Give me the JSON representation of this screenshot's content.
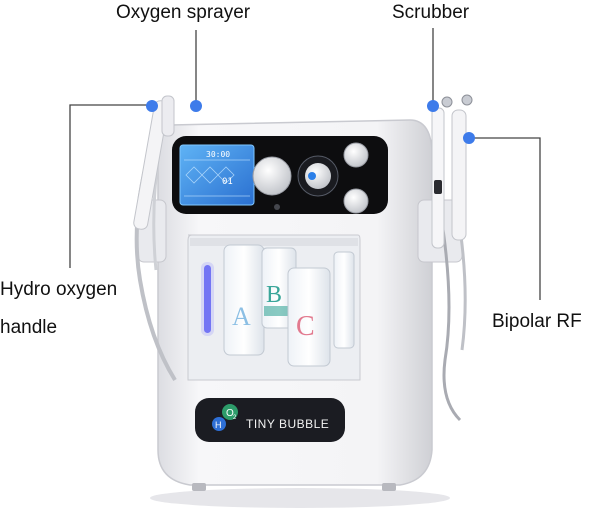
{
  "callouts": {
    "oxygen_sprayer": "Oxygen sprayer",
    "scrubber": "Scrubber",
    "hydro_line1": "Hydro oxygen",
    "hydro_line2": "handle",
    "bipolar_rf": "Bipolar RF"
  },
  "device": {
    "brand_badge": "O",
    "brand_badge_sub": "2",
    "brand_badge_h": "H",
    "brand_name": "TINY BUBBLE",
    "screen_readout_top": "30:00",
    "screen_readout_mid": "01",
    "bottles": [
      "A",
      "B",
      "C"
    ]
  },
  "colors": {
    "callout_dot": "#3d7bea",
    "callout_line": "#444444",
    "panel": "#0d0d0f",
    "screen": "#3a8ee6",
    "body": "#f2f2f4",
    "led": "#6a6cf0"
  }
}
